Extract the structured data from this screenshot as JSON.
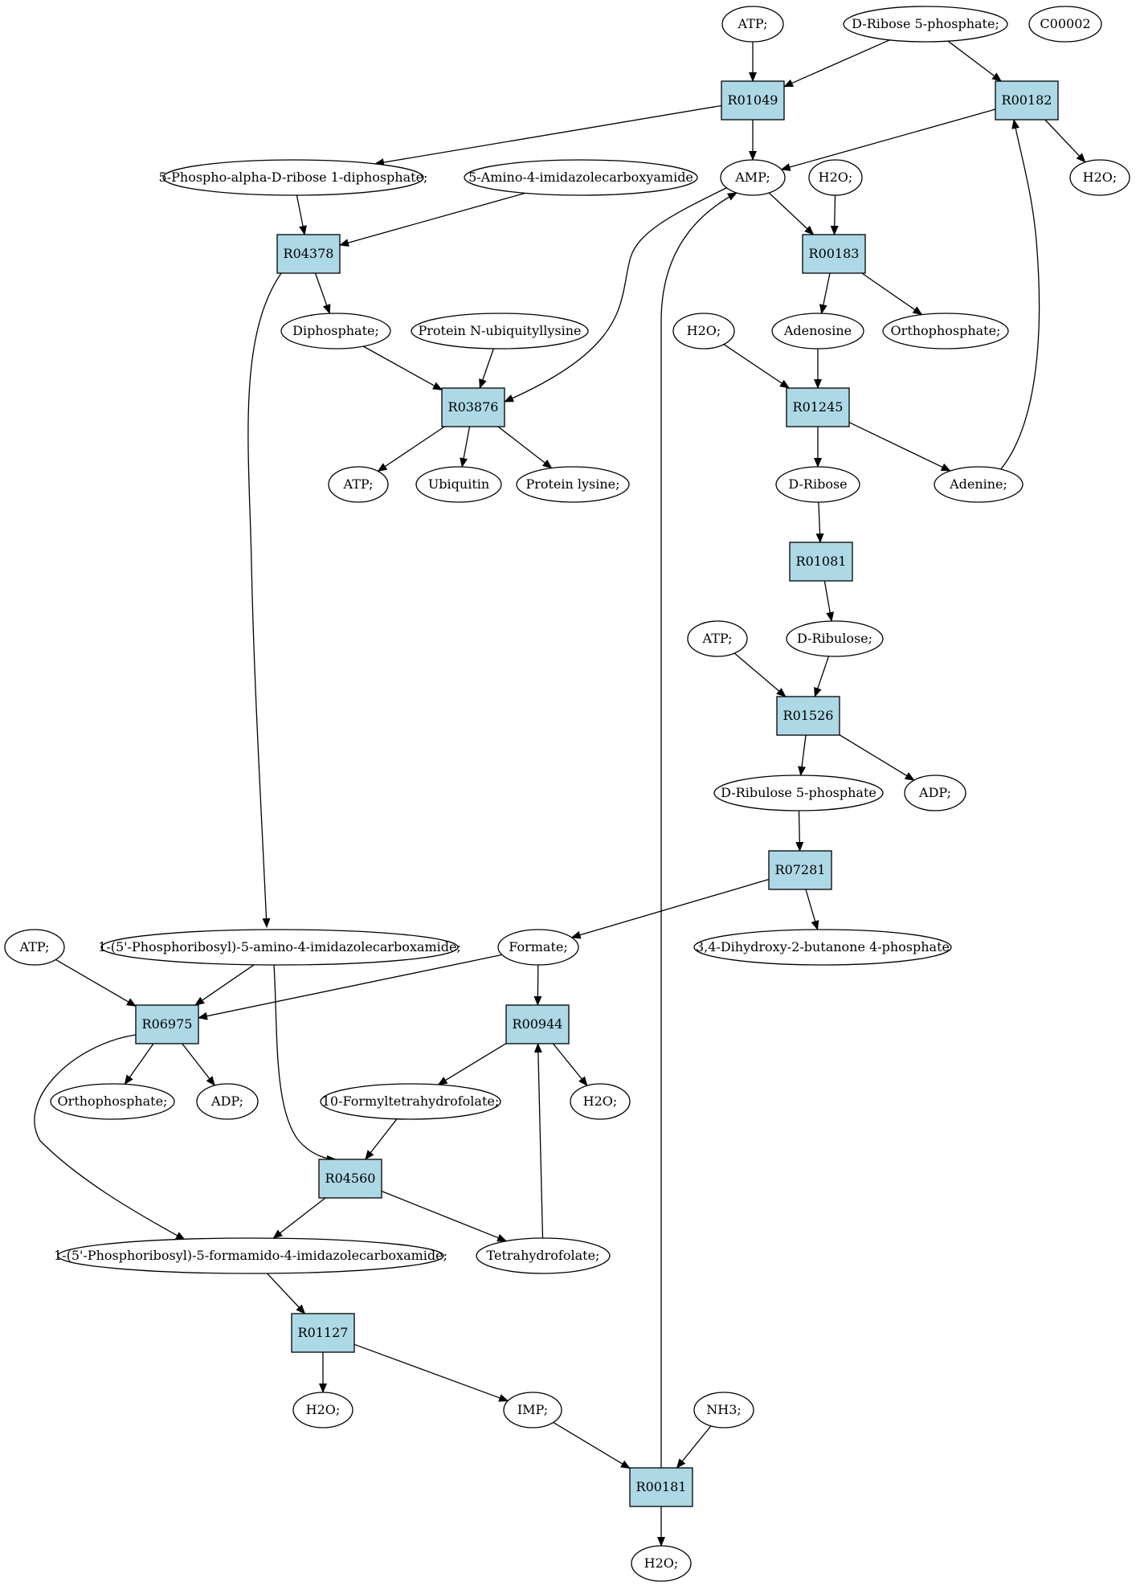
{
  "colors": {
    "background": "#ffffff",
    "reaction_fill": "#add8e6",
    "compound_fill": "#ffffff",
    "highlight_start": "#00ee00",
    "highlight_target": "#ffff00",
    "stroke": "#000000"
  },
  "nodes": {
    "atp_top": {
      "label": "ATP;",
      "kind": "compound"
    },
    "d_ribose_5_phosphate": {
      "label": "D-Ribose 5-phosphate;",
      "kind": "compound",
      "fill": "#00ee00"
    },
    "c00002": {
      "label": "C00002",
      "kind": "compound",
      "fill": "#ffff00"
    },
    "r01049": {
      "label": "R01049",
      "kind": "reaction"
    },
    "r00182": {
      "label": "R00182",
      "kind": "reaction"
    },
    "prpp": {
      "label": "5-Phospho-alpha-D-ribose 1-diphosphate;",
      "kind": "compound"
    },
    "aica": {
      "label": "5-Amino-4-imidazolecarboxyamide",
      "kind": "compound"
    },
    "amp": {
      "label": "AMP;",
      "kind": "compound"
    },
    "h2o_r00183_in": {
      "label": "H2O;",
      "kind": "compound"
    },
    "h2o_r00182_out": {
      "label": "H2O;",
      "kind": "compound"
    },
    "r04378": {
      "label": "R04378",
      "kind": "reaction"
    },
    "r00183": {
      "label": "R00183",
      "kind": "reaction"
    },
    "diphosphate": {
      "label": "Diphosphate;",
      "kind": "compound"
    },
    "protein_n_ubiquityllysine": {
      "label": "Protein N-ubiquityllysine",
      "kind": "compound"
    },
    "h2o_r01245_in": {
      "label": "H2O;",
      "kind": "compound"
    },
    "adenosine": {
      "label": "Adenosine",
      "kind": "compound"
    },
    "orthophosphate_r00183": {
      "label": "Orthophosphate;",
      "kind": "compound"
    },
    "r03876": {
      "label": "R03876",
      "kind": "reaction"
    },
    "r01245": {
      "label": "R01245",
      "kind": "reaction"
    },
    "atp_r03876_out": {
      "label": "ATP;",
      "kind": "compound"
    },
    "ubiquitin": {
      "label": "Ubiquitin",
      "kind": "compound"
    },
    "protein_lysine": {
      "label": "Protein lysine;",
      "kind": "compound"
    },
    "d_ribose": {
      "label": "D-Ribose",
      "kind": "compound"
    },
    "adenine": {
      "label": "Adenine;",
      "kind": "compound"
    },
    "r01081": {
      "label": "R01081",
      "kind": "reaction"
    },
    "atp_r01526_in": {
      "label": "ATP;",
      "kind": "compound"
    },
    "d_ribulose": {
      "label": "D-Ribulose;",
      "kind": "compound"
    },
    "r01526": {
      "label": "R01526",
      "kind": "reaction"
    },
    "d_ribulose_5_phosphate": {
      "label": "D-Ribulose 5-phosphate",
      "kind": "compound"
    },
    "adp_r01526_out": {
      "label": "ADP;",
      "kind": "compound"
    },
    "r07281": {
      "label": "R07281",
      "kind": "reaction"
    },
    "atp_r06975_in": {
      "label": "ATP;",
      "kind": "compound"
    },
    "aicar": {
      "label": "1-(5'-Phosphoribosyl)-5-amino-4-imidazolecarboxamide;",
      "kind": "compound"
    },
    "formate": {
      "label": "Formate;",
      "kind": "compound"
    },
    "dhbp": {
      "label": "3,4-Dihydroxy-2-butanone 4-phosphate",
      "kind": "compound"
    },
    "r06975": {
      "label": "R06975",
      "kind": "reaction"
    },
    "r00944": {
      "label": "R00944",
      "kind": "reaction"
    },
    "orthophosphate_r06975": {
      "label": "Orthophosphate;",
      "kind": "compound"
    },
    "adp_r06975_out": {
      "label": "ADP;",
      "kind": "compound"
    },
    "formyl_thf": {
      "label": "10-Formyltetrahydrofolate;",
      "kind": "compound"
    },
    "h2o_r00944_out": {
      "label": "H2O;",
      "kind": "compound"
    },
    "r04560": {
      "label": "R04560",
      "kind": "reaction"
    },
    "faicar": {
      "label": "1-(5'-Phosphoribosyl)-5-formamido-4-imidazolecarboxamide;",
      "kind": "compound"
    },
    "thf": {
      "label": "Tetrahydrofolate;",
      "kind": "compound"
    },
    "r01127": {
      "label": "R01127",
      "kind": "reaction"
    },
    "h2o_r01127_out": {
      "label": "H2O;",
      "kind": "compound"
    },
    "imp": {
      "label": "IMP;",
      "kind": "compound"
    },
    "nh3": {
      "label": "NH3;",
      "kind": "compound"
    },
    "r00181": {
      "label": "R00181",
      "kind": "reaction"
    },
    "h2o_r00181_out": {
      "label": "H2O;",
      "kind": "compound"
    }
  },
  "edges": [
    [
      "atp_top",
      "r01049"
    ],
    [
      "d_ribose_5_phosphate",
      "r01049"
    ],
    [
      "d_ribose_5_phosphate",
      "r00182"
    ],
    [
      "r01049",
      "prpp"
    ],
    [
      "r01049",
      "amp"
    ],
    [
      "r00182",
      "amp"
    ],
    [
      "r00182",
      "h2o_r00182_out"
    ],
    [
      "prpp",
      "r04378"
    ],
    [
      "aica",
      "r04378"
    ],
    [
      "amp",
      "r00183"
    ],
    [
      "h2o_r00183_in",
      "r00183"
    ],
    [
      "amp",
      "r03876"
    ],
    [
      "r04378",
      "diphosphate"
    ],
    [
      "r04378",
      "aicar"
    ],
    [
      "r00183",
      "adenosine"
    ],
    [
      "r00183",
      "orthophosphate_r00183"
    ],
    [
      "diphosphate",
      "r03876"
    ],
    [
      "protein_n_ubiquityllysine",
      "r03876"
    ],
    [
      "h2o_r01245_in",
      "r01245"
    ],
    [
      "adenosine",
      "r01245"
    ],
    [
      "r03876",
      "atp_r03876_out"
    ],
    [
      "r03876",
      "ubiquitin"
    ],
    [
      "r03876",
      "protein_lysine"
    ],
    [
      "r01245",
      "d_ribose"
    ],
    [
      "r01245",
      "adenine"
    ],
    [
      "adenine",
      "r00182"
    ],
    [
      "d_ribose",
      "r01081"
    ],
    [
      "r01081",
      "d_ribulose"
    ],
    [
      "atp_r01526_in",
      "r01526"
    ],
    [
      "d_ribulose",
      "r01526"
    ],
    [
      "r01526",
      "d_ribulose_5_phosphate"
    ],
    [
      "r01526",
      "adp_r01526_out"
    ],
    [
      "d_ribulose_5_phosphate",
      "r07281"
    ],
    [
      "r07281",
      "formate"
    ],
    [
      "r07281",
      "dhbp"
    ],
    [
      "atp_r06975_in",
      "r06975"
    ],
    [
      "aicar",
      "r06975"
    ],
    [
      "formate",
      "r06975"
    ],
    [
      "formate",
      "r00944"
    ],
    [
      "aicar",
      "r04560"
    ],
    [
      "r06975",
      "orthophosphate_r06975"
    ],
    [
      "r06975",
      "adp_r06975_out"
    ],
    [
      "r06975",
      "faicar"
    ],
    [
      "r00944",
      "formyl_thf"
    ],
    [
      "r00944",
      "h2o_r00944_out"
    ],
    [
      "formyl_thf",
      "r04560"
    ],
    [
      "r04560",
      "faicar"
    ],
    [
      "r04560",
      "thf"
    ],
    [
      "thf",
      "r00944"
    ],
    [
      "faicar",
      "r01127"
    ],
    [
      "r01127",
      "h2o_r01127_out"
    ],
    [
      "r01127",
      "imp"
    ],
    [
      "imp",
      "r00181"
    ],
    [
      "nh3",
      "r00181"
    ],
    [
      "r00181",
      "h2o_r00181_out"
    ],
    [
      "r00181",
      "amp"
    ]
  ]
}
